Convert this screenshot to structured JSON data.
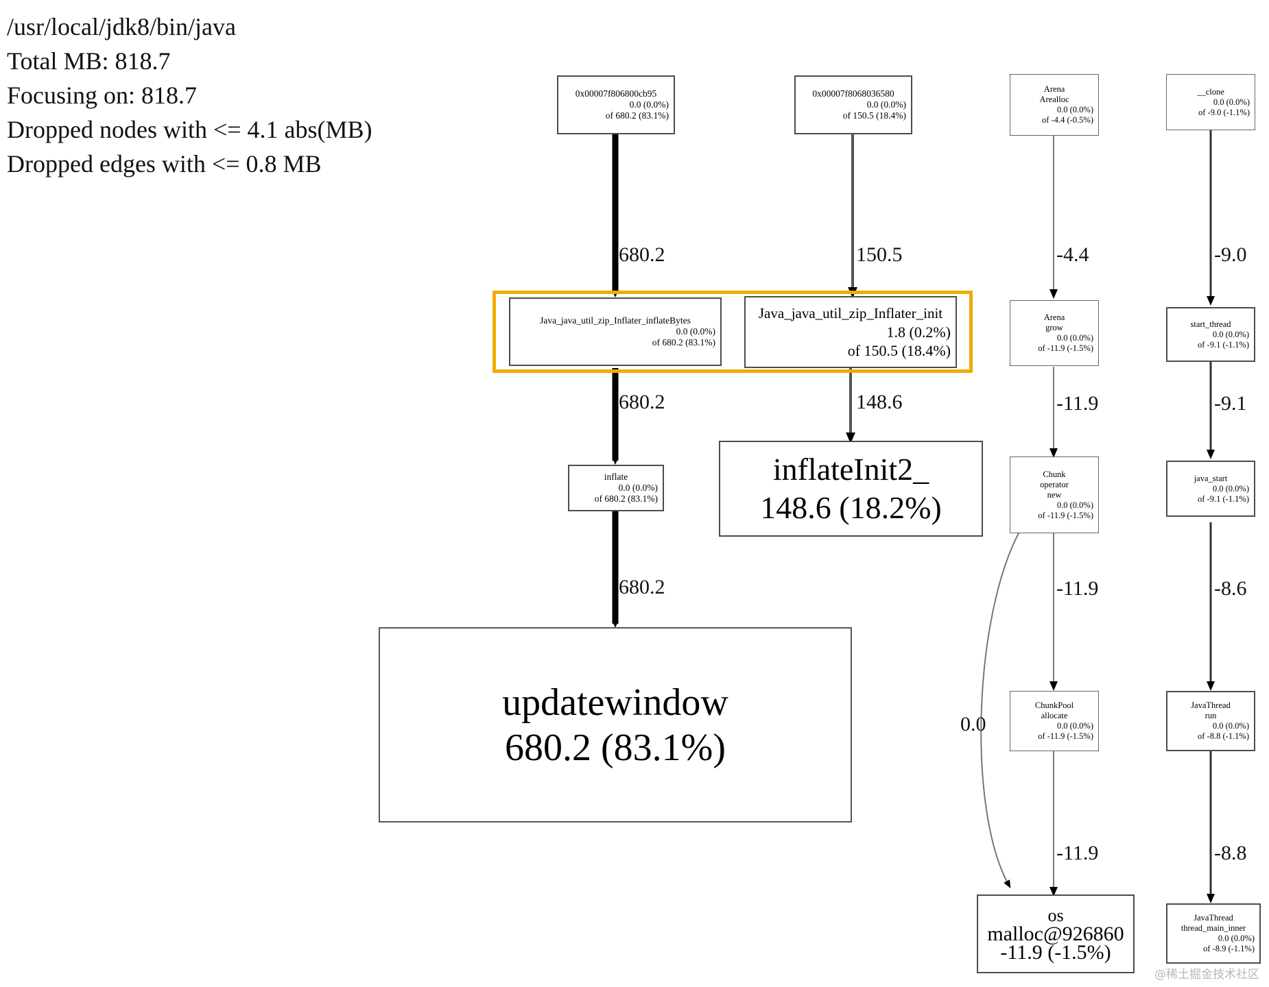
{
  "header": {
    "binary": "/usr/local/jdk8/bin/java",
    "total": "Total MB: 818.7",
    "focus": "Focusing on: 818.7",
    "dropped_nodes": "Dropped nodes with <= 4.1 abs(MB)",
    "dropped_edges": "Dropped edges with <= 0.8 MB"
  },
  "colors": {
    "highlight": "#f0ab00",
    "node_border": "#4c4c4c",
    "edge": "#000000",
    "background": "#ffffff"
  },
  "watermark": "@稀土掘金技术社区",
  "chart_data": {
    "type": "diagram",
    "title": "pprof memory call graph",
    "nodes": [
      {
        "id": "addr1",
        "lines": [
          "0x00007f806800cb95"
        ],
        "self": "0.0 (0.0%)",
        "cum": "of 680.2 (83.1%)"
      },
      {
        "id": "addr2",
        "lines": [
          "0x00007f8068036580"
        ],
        "self": "0.0 (0.0%)",
        "cum": "of 150.5 (18.4%)"
      },
      {
        "id": "arena_realloc",
        "lines": [
          "Arena",
          "Arealloc"
        ],
        "self": "0.0 (0.0%)",
        "cum": "of -4.4 (-0.5%)"
      },
      {
        "id": "clone",
        "lines": [
          "__clone"
        ],
        "self": "0.0 (0.0%)",
        "cum": "of -9.0 (-1.1%)"
      },
      {
        "id": "inflateBytes",
        "lines": [
          "Java_java_util_zip_Inflater_inflateBytes"
        ],
        "self": "0.0 (0.0%)",
        "cum": "of 680.2 (83.1%)"
      },
      {
        "id": "inflaterInit",
        "lines": [
          "Java_java_util_zip_Inflater_init"
        ],
        "self": "1.8 (0.2%)",
        "cum": "of 150.5 (18.4%)"
      },
      {
        "id": "arena_grow",
        "lines": [
          "Arena",
          "grow"
        ],
        "self": "0.0 (0.0%)",
        "cum": "of -11.9 (-1.5%)"
      },
      {
        "id": "start_thread",
        "lines": [
          "start_thread"
        ],
        "self": "0.0 (0.0%)",
        "cum": "of -9.1 (-1.1%)"
      },
      {
        "id": "inflate",
        "lines": [
          "inflate"
        ],
        "self": "0.0 (0.0%)",
        "cum": "of 680.2 (83.1%)"
      },
      {
        "id": "inflateInit2",
        "lines": [
          "inflateInit2_"
        ],
        "self": "148.6 (18.2%)",
        "cum": ""
      },
      {
        "id": "chunk_new",
        "lines": [
          "Chunk",
          "operator",
          "new"
        ],
        "self": "0.0 (0.0%)",
        "cum": "of -11.9 (-1.5%)"
      },
      {
        "id": "java_start",
        "lines": [
          "java_start"
        ],
        "self": "0.0 (0.0%)",
        "cum": "of -9.1 (-1.1%)"
      },
      {
        "id": "chunkpool",
        "lines": [
          "ChunkPool",
          "allocate"
        ],
        "self": "0.0 (0.0%)",
        "cum": "of -11.9 (-1.5%)"
      },
      {
        "id": "jt_run",
        "lines": [
          "JavaThread",
          "run"
        ],
        "self": "0.0 (0.0%)",
        "cum": "of -8.8 (-1.1%)"
      },
      {
        "id": "updatewindow",
        "lines": [
          "updatewindow"
        ],
        "self": "680.2 (83.1%)",
        "cum": ""
      },
      {
        "id": "os_malloc",
        "lines": [
          "os",
          "malloc@926860"
        ],
        "self": "-11.9 (-1.5%)",
        "cum": ""
      },
      {
        "id": "jt_main",
        "lines": [
          "JavaThread",
          "thread_main_inner"
        ],
        "self": "0.0 (0.0%)",
        "cum": "of -8.9 (-1.1%)"
      }
    ],
    "edges": [
      {
        "from": "addr1",
        "to": "inflateBytes",
        "label": "680.2",
        "weight": "heavy"
      },
      {
        "from": "addr2",
        "to": "inflaterInit",
        "label": "150.5",
        "weight": "medium"
      },
      {
        "from": "arena_realloc",
        "to": "arena_grow",
        "label": "-4.4",
        "weight": "light"
      },
      {
        "from": "clone",
        "to": "start_thread",
        "label": "-9.0",
        "weight": "light"
      },
      {
        "from": "inflateBytes",
        "to": "inflate",
        "label": "680.2",
        "weight": "heavy"
      },
      {
        "from": "inflaterInit",
        "to": "inflateInit2",
        "label": "148.6",
        "weight": "medium"
      },
      {
        "from": "arena_grow",
        "to": "chunk_new",
        "label": "-11.9",
        "weight": "light"
      },
      {
        "from": "start_thread",
        "to": "java_start",
        "label": "-9.1",
        "weight": "light"
      },
      {
        "from": "inflate",
        "to": "updatewindow",
        "label": "680.2",
        "weight": "heavy"
      },
      {
        "from": "chunk_new",
        "to": "chunkpool",
        "label": "-11.9",
        "weight": "light"
      },
      {
        "from": "chunk_new",
        "to": "os_malloc",
        "label": "0.0",
        "weight": "light"
      },
      {
        "from": "java_start",
        "to": "jt_run",
        "label": "-8.6",
        "weight": "light"
      },
      {
        "from": "chunkpool",
        "to": "os_malloc",
        "label": "-11.9",
        "weight": "light"
      },
      {
        "from": "jt_run",
        "to": "jt_main",
        "label": "-8.8",
        "weight": "light"
      }
    ],
    "highlight_group": [
      "inflateBytes",
      "inflaterInit"
    ]
  },
  "edge_labels": {
    "e1": "680.2",
    "e2": "150.5",
    "e3": "-4.4",
    "e4": "-9.0",
    "e5": "680.2",
    "e6": "148.6",
    "e7": "-11.9",
    "e8": "-9.1",
    "e9": "680.2",
    "e10": "-11.9",
    "e11": "-8.6",
    "e12": "0.0",
    "e13": "-11.9",
    "e14": "-8.8"
  },
  "nodes": {
    "addr1": {
      "l0": "0x00007f806800cb95",
      "self": "0.0 (0.0%)",
      "cum": "of 680.2 (83.1%)"
    },
    "addr2": {
      "l0": "0x00007f8068036580",
      "self": "0.0 (0.0%)",
      "cum": "of 150.5 (18.4%)"
    },
    "arena_realloc": {
      "l0": "Arena",
      "l1": "Arealloc",
      "self": "0.0 (0.0%)",
      "cum": "of -4.4 (-0.5%)"
    },
    "clone": {
      "l0": "__clone",
      "self": "0.0 (0.0%)",
      "cum": "of -9.0 (-1.1%)"
    },
    "inflateBytes": {
      "l0": "Java_java_util_zip_Inflater_inflateBytes",
      "self": "0.0 (0.0%)",
      "cum": "of 680.2 (83.1%)"
    },
    "inflaterInit": {
      "l0": "Java_java_util_zip_Inflater_init",
      "self": "1.8 (0.2%)",
      "cum": "of 150.5 (18.4%)"
    },
    "arena_grow": {
      "l0": "Arena",
      "l1": "grow",
      "self": "0.0 (0.0%)",
      "cum": "of -11.9 (-1.5%)"
    },
    "start_thread": {
      "l0": "start_thread",
      "self": "0.0 (0.0%)",
      "cum": "of -9.1 (-1.1%)"
    },
    "inflate": {
      "l0": "inflate",
      "self": "0.0 (0.0%)",
      "cum": "of 680.2 (83.1%)"
    },
    "inflateInit2": {
      "l0": "inflateInit2_",
      "self": "148.6 (18.2%)"
    },
    "chunk_new": {
      "l0": "Chunk",
      "l1": "operator",
      "l2": "new",
      "self": "0.0 (0.0%)",
      "cum": "of -11.9 (-1.5%)"
    },
    "java_start": {
      "l0": "java_start",
      "self": "0.0 (0.0%)",
      "cum": "of -9.1 (-1.1%)"
    },
    "chunkpool": {
      "l0": "ChunkPool",
      "l1": "allocate",
      "self": "0.0 (0.0%)",
      "cum": "of -11.9 (-1.5%)"
    },
    "jt_run": {
      "l0": "JavaThread",
      "l1": "run",
      "self": "0.0 (0.0%)",
      "cum": "of -8.8 (-1.1%)"
    },
    "updatewindow": {
      "l0": "updatewindow",
      "self": "680.2 (83.1%)"
    },
    "os_malloc": {
      "l0": "os",
      "l1": "malloc@926860",
      "self": "-11.9 (-1.5%)"
    },
    "jt_main": {
      "l0": "JavaThread",
      "l1": "thread_main_inner",
      "self": "0.0 (0.0%)",
      "cum": "of -8.9 (-1.1%)"
    }
  }
}
